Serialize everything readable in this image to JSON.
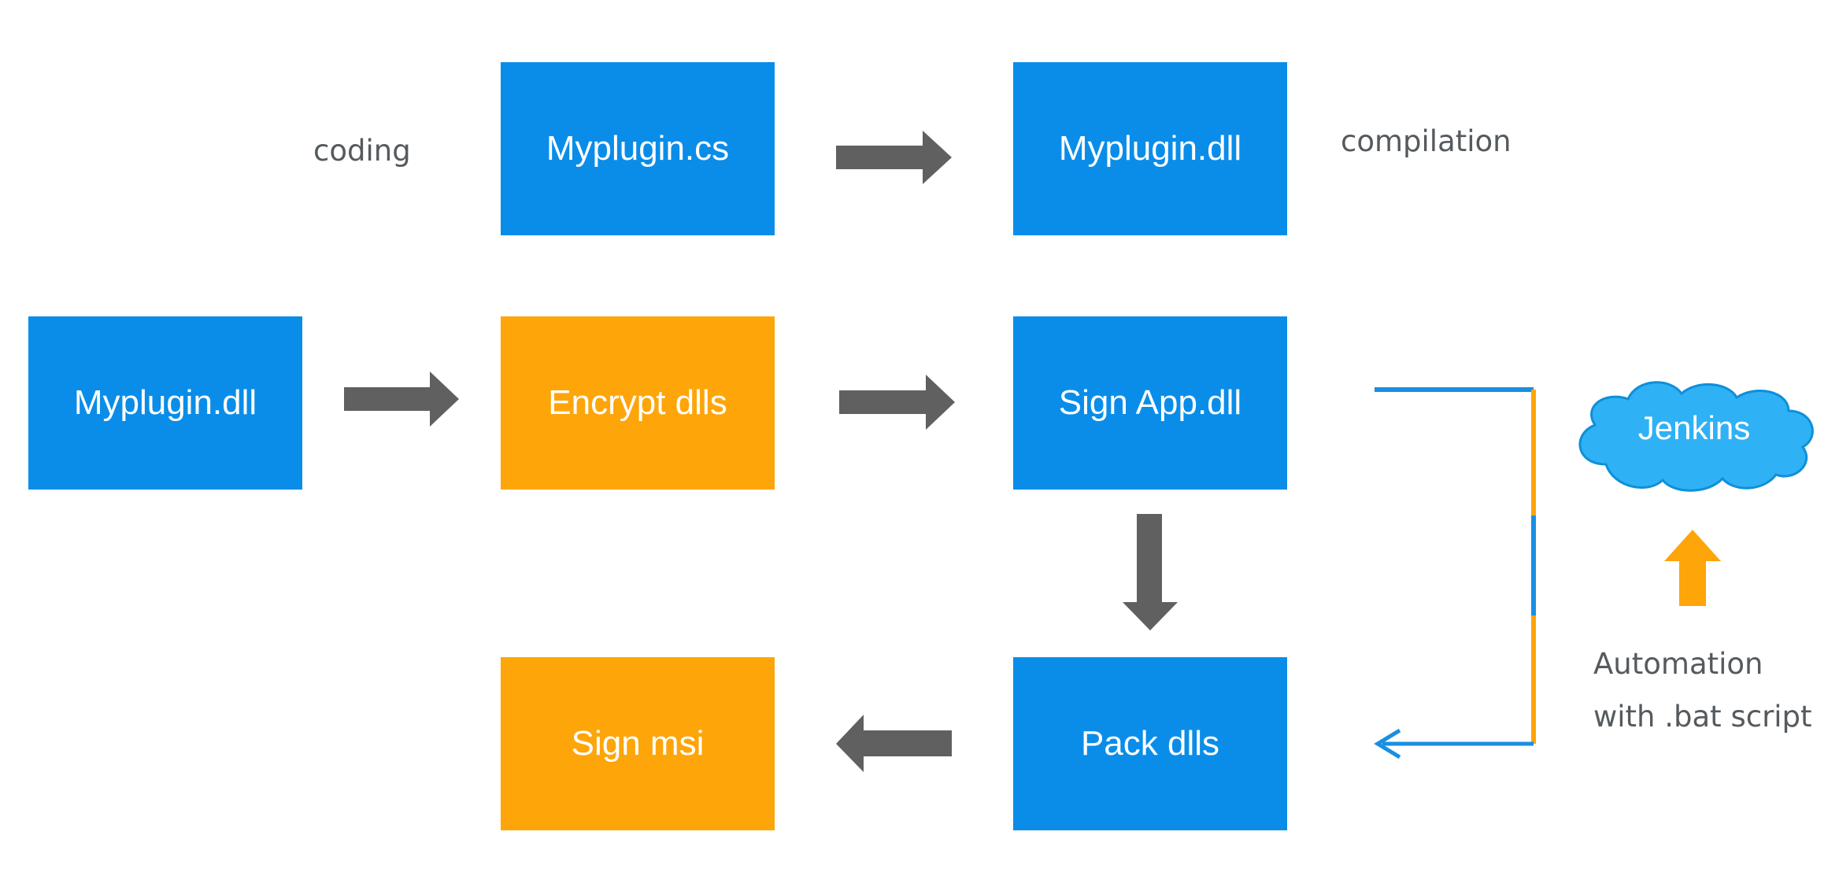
{
  "colors": {
    "blue": "#0a8de8",
    "orange": "#fea50a",
    "arrow_gray": "#606060",
    "text_gray": "#555a5e",
    "cloud_fill": "#2fb1f5"
  },
  "nodes": {
    "myplugin_cs": "Myplugin.cs",
    "myplugin_dll_top": "Myplugin.dll",
    "myplugin_dll_left": "Myplugin.dll",
    "encrypt_dlls": "Encrypt dlls",
    "sign_app_dll": "Sign App.dll",
    "pack_dlls": "Pack dlls",
    "sign_msi": "Sign msi"
  },
  "notes": {
    "coding": "coding",
    "compilation": "compilation",
    "automation_line1": "Automation",
    "automation_line2": "with .bat script"
  },
  "cloud": {
    "label": "Jenkins",
    "icon": "cloud-icon"
  },
  "icons": [
    "arrow-right-icon",
    "arrow-down-icon",
    "arrow-left-icon",
    "arrow-up-icon",
    "cloud-icon"
  ]
}
